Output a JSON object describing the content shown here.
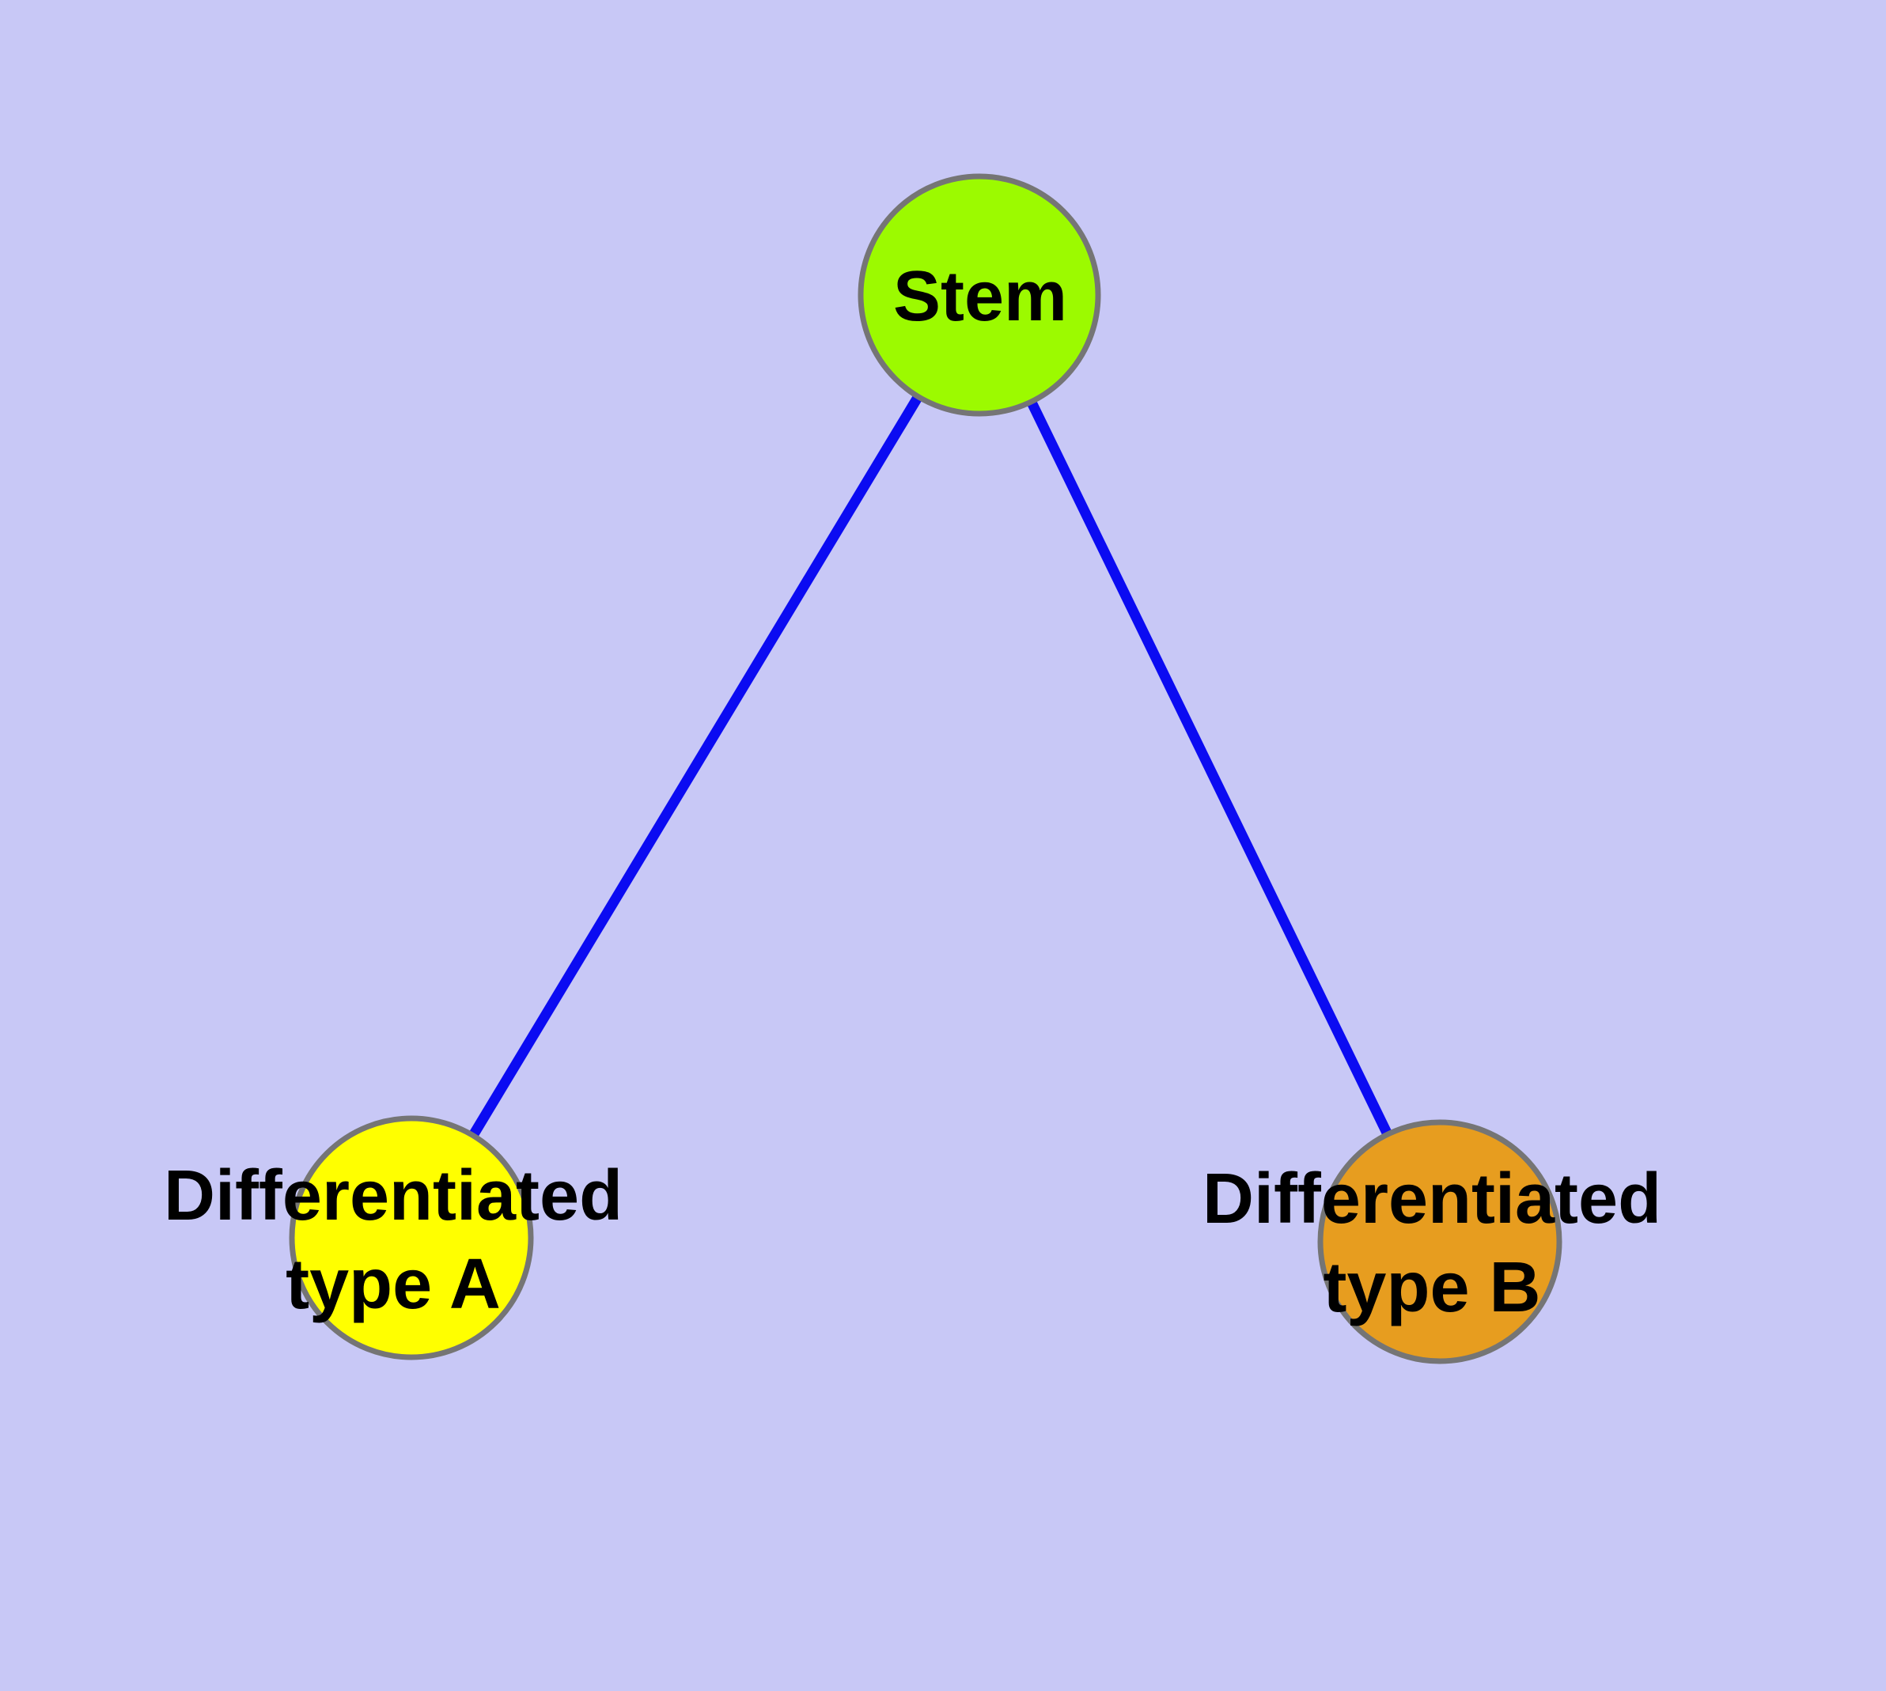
{
  "diagram": {
    "title": "",
    "background_color": "#C8C8F6",
    "edge_color": "#0B0BF2",
    "node_border_color": "#757575",
    "label_text_color": "#000000",
    "nodes": [
      {
        "id": "stem",
        "label": "Stem",
        "fill_color": "#9CFA00"
      },
      {
        "id": "differentiated-type-a",
        "label_line1": "Differentiated",
        "label_line2": "type A",
        "fill_color": "#FFFF00"
      },
      {
        "id": "differentiated-type-b",
        "label_line1": "Differentiated",
        "label_line2": "type B",
        "fill_color": "#E79D1F"
      }
    ],
    "edges": [
      {
        "from": "Stem",
        "to": "Differentiated type A"
      },
      {
        "from": "Stem",
        "to": "Differentiated type B"
      }
    ]
  }
}
